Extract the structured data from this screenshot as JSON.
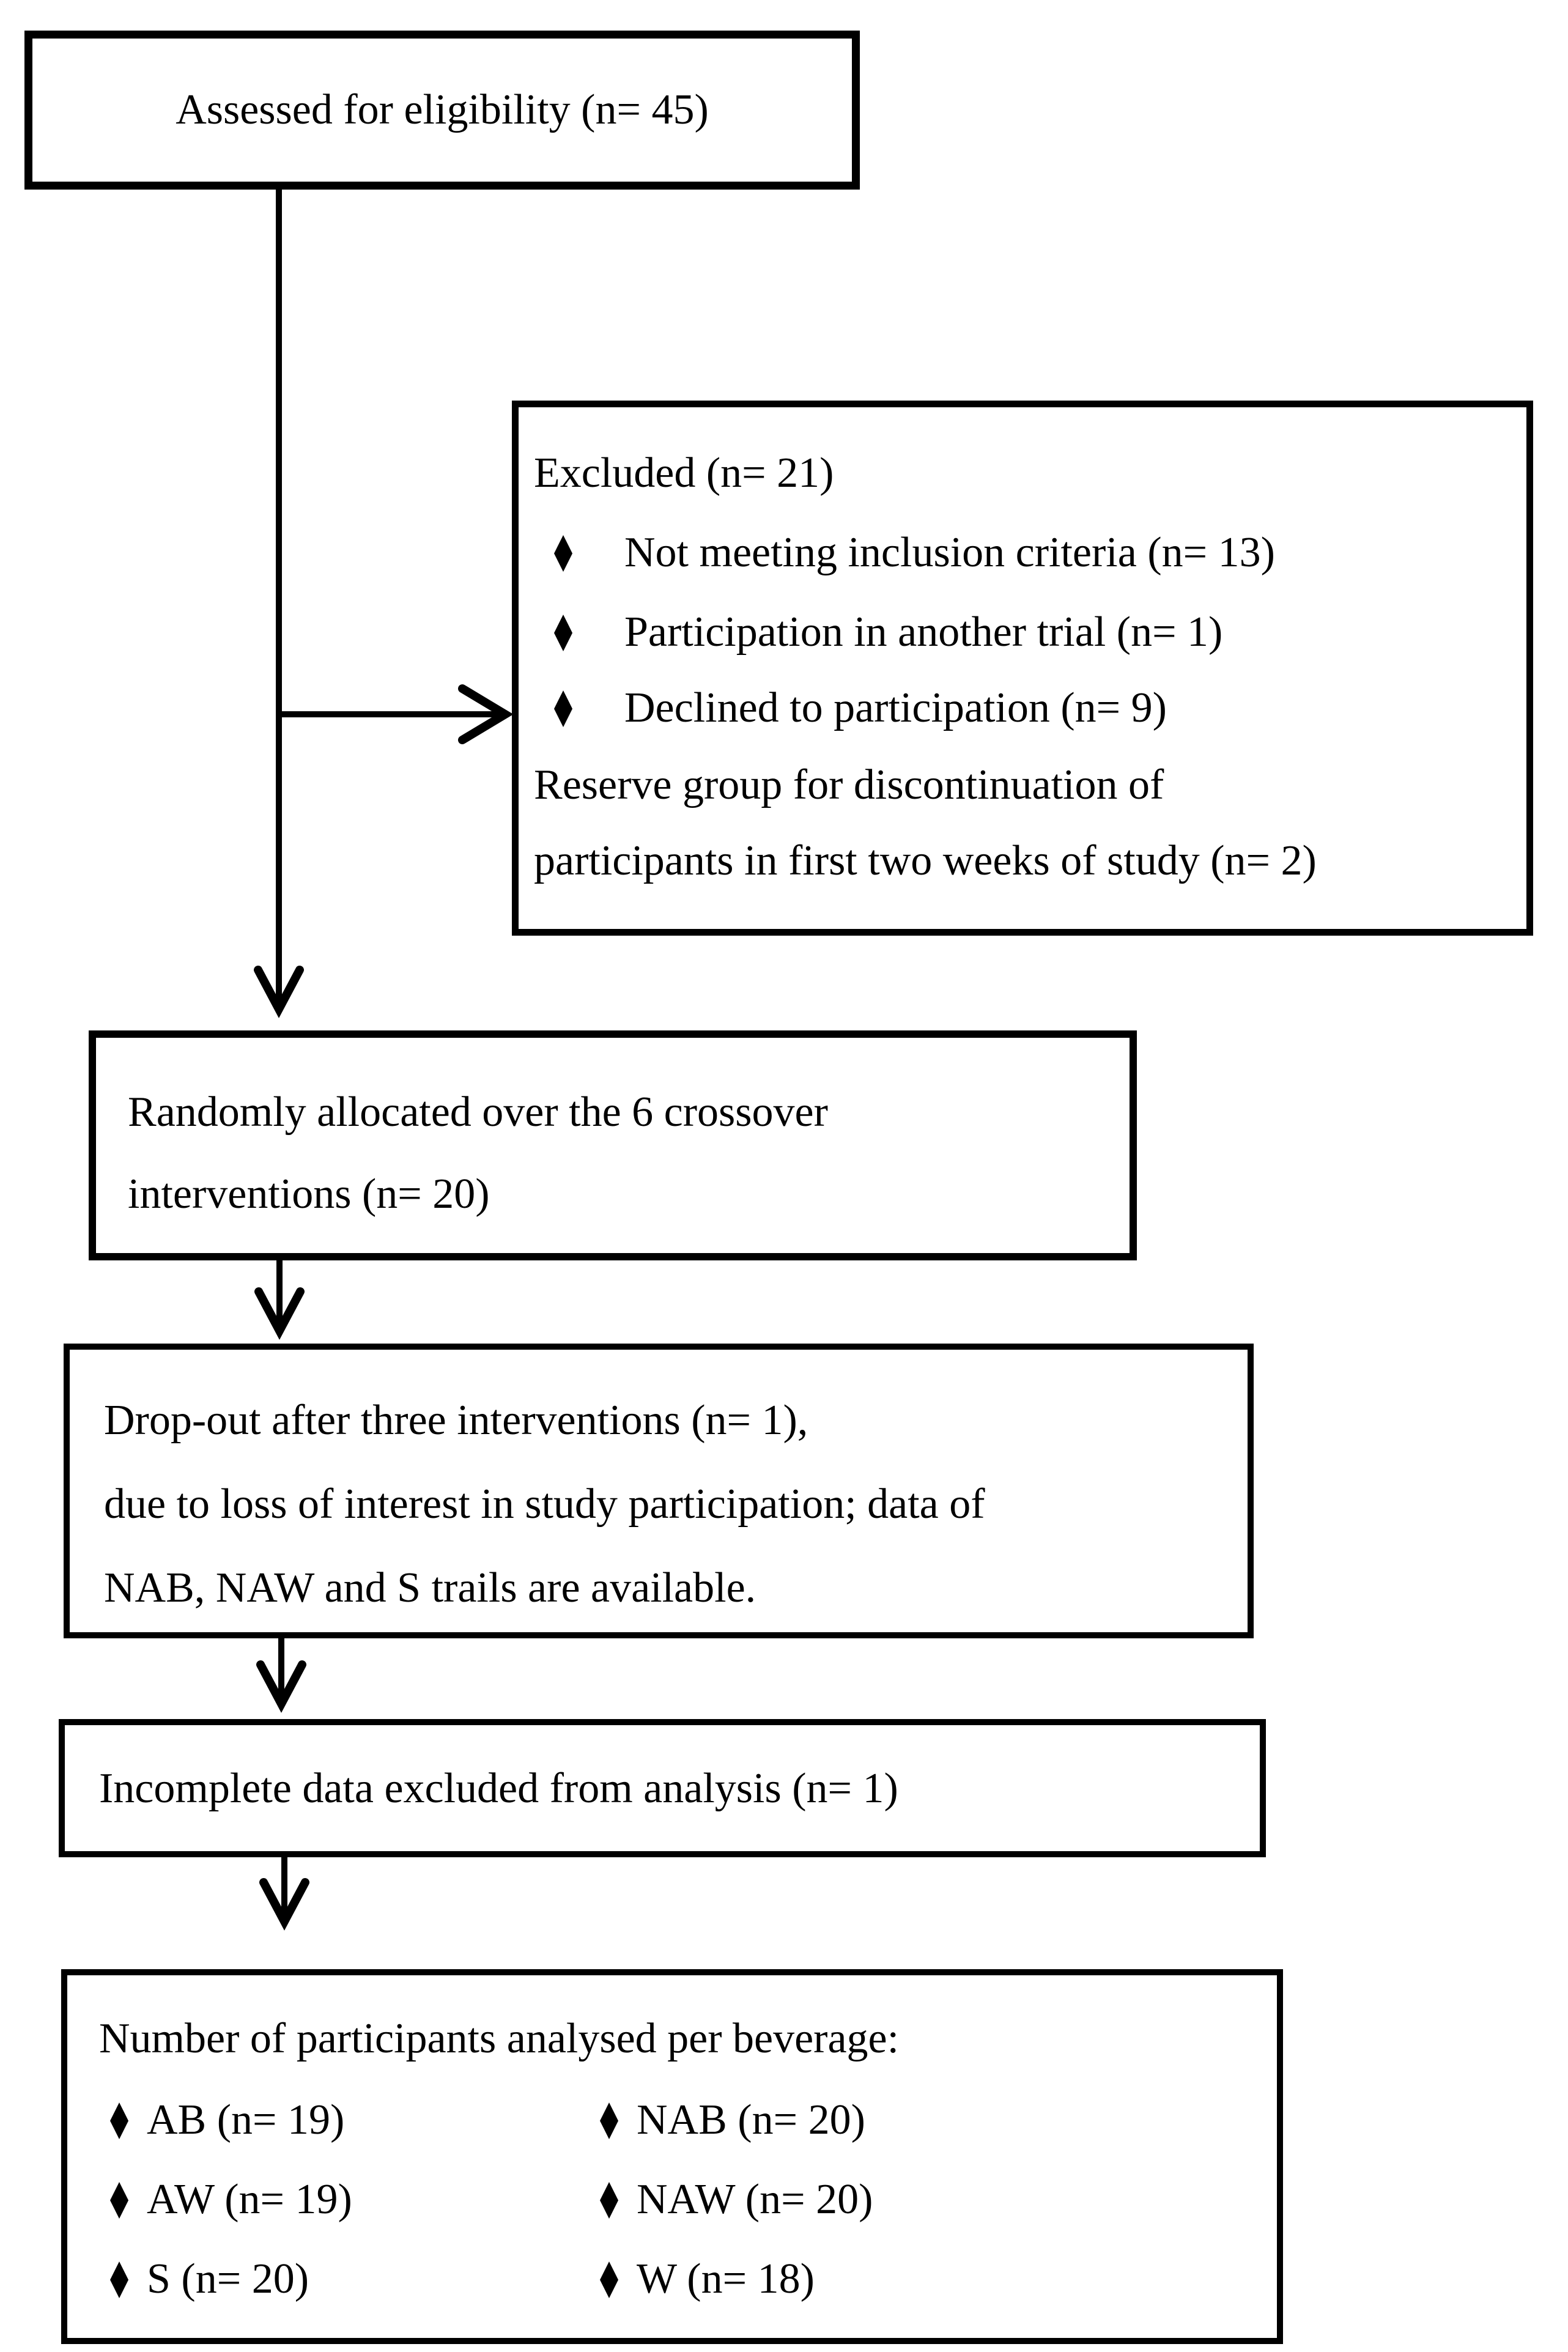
{
  "colors": {
    "ink": "#000000",
    "paper": "#ffffff"
  },
  "boxes": {
    "assessed": {
      "text": "Assessed for eligibility (n= 45)"
    },
    "excluded": {
      "title": "Excluded (n= 21)",
      "bullets": [
        "Not meeting inclusion criteria (n= 13)",
        "Participation in another trial (n= 1)",
        "Declined to participation (n= 9)"
      ],
      "notes": [
        "Reserve group for discontinuation of",
        "participants in first two weeks of study (n= 2)"
      ]
    },
    "allocated": {
      "lines": [
        "Randomly allocated over the 6 crossover",
        "interventions (n= 20)"
      ]
    },
    "dropout": {
      "lines": [
        "Drop-out after three interventions (n= 1),",
        "due to loss of interest in study participation; data of",
        "NAB, NAW and S trails are available."
      ]
    },
    "incomplete": {
      "text": "Incomplete data excluded from analysis (n= 1)"
    },
    "analysed": {
      "title": "Number of participants analysed per beverage:",
      "col1": [
        "AB (n= 19)",
        "AW (n= 19)",
        "S (n= 20)"
      ],
      "col2": [
        "NAB (n= 20)",
        "NAW (n= 20)",
        "W (n= 18)"
      ]
    }
  }
}
